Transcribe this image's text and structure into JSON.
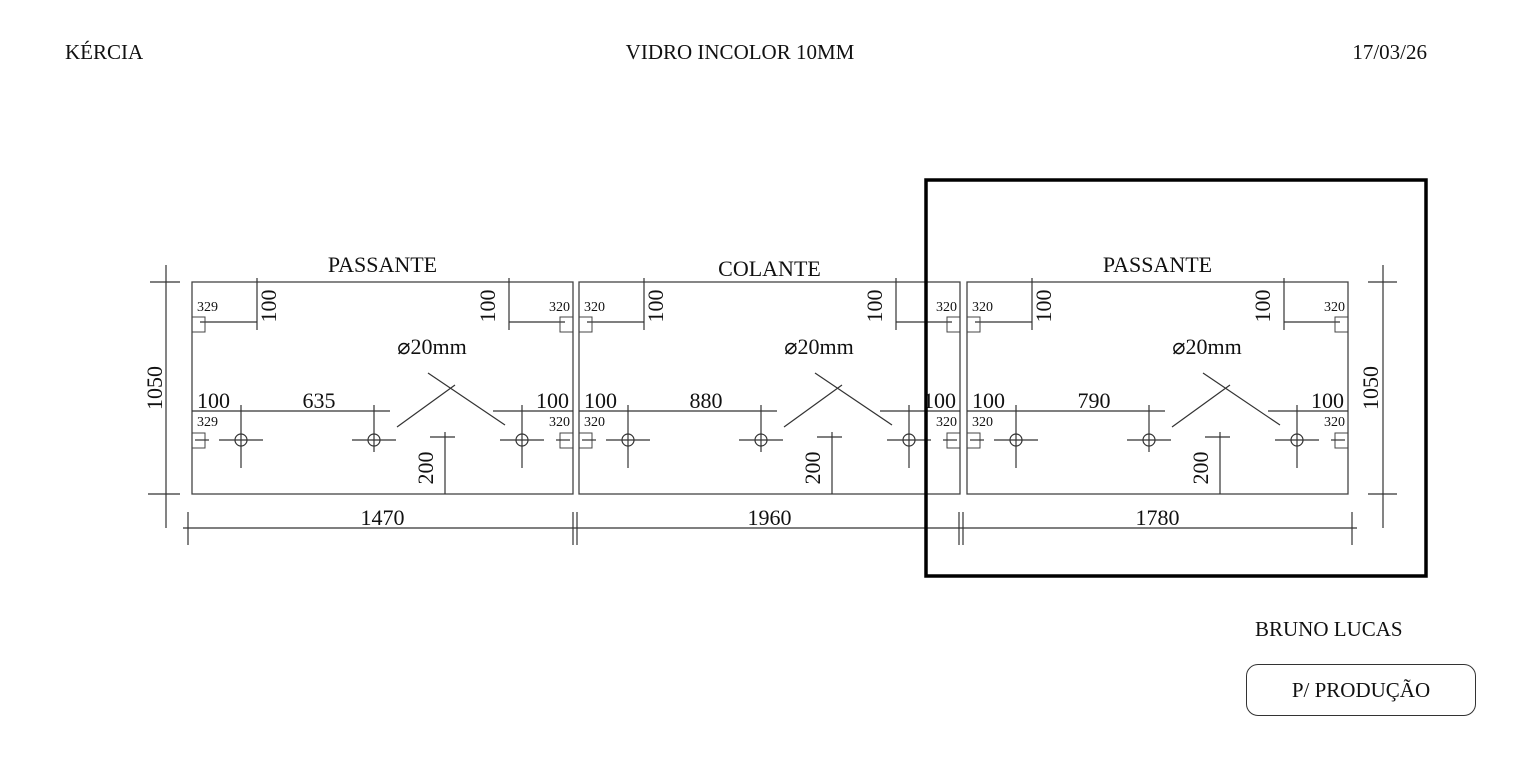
{
  "header": {
    "client": "KÉRCIA",
    "material": "VIDRO INCOLOR 10MM",
    "date": "17/03/26"
  },
  "footer": {
    "designer": "BRUNO LUCAS",
    "status": "P/ PRODUÇÃO"
  },
  "drawing": {
    "height_label": "1050",
    "diameter_label": "⌀20mm",
    "panels": [
      {
        "title": "PASSANTE",
        "width": "1470",
        "corner_left": "329",
        "corner_right": "320",
        "top_left": "100",
        "top_right": "100",
        "side_left": "100",
        "side_right": "100",
        "spacing": "635",
        "bottom": "200"
      },
      {
        "title": "COLANTE",
        "width": "1960",
        "corner_left": "320",
        "corner_right": "320",
        "top_left": "100",
        "top_right": "100",
        "side_left": "100",
        "side_right": "100",
        "spacing": "880",
        "bottom": "200"
      },
      {
        "title": "PASSANTE",
        "width": "1780",
        "corner_left": "320",
        "corner_right": "320",
        "top_left": "100",
        "top_right": "100",
        "side_left": "100",
        "side_right": "100",
        "spacing": "790",
        "bottom": "200"
      }
    ],
    "highlight_panel": 2
  }
}
